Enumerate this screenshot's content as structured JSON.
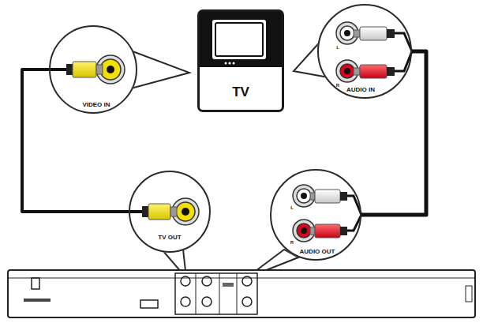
{
  "diagram": {
    "nodes": [
      {
        "text": [
          "VIDEO IN"
        ]
      },
      {
        "text": [
          "TV"
        ]
      },
      {
        "text": [
          "AUDIO IN"
        ]
      },
      {
        "text": [
          "TV OUT"
        ]
      },
      {
        "text": [
          "AUDIO OUT"
        ]
      }
    ],
    "edges": [
      {
        "from": 3,
        "to": 0,
        "arrow": "none"
      },
      {
        "from": 4,
        "to": 2,
        "arrow": "none"
      }
    ],
    "labels": [
      "L",
      "R",
      "L",
      "R"
    ]
  }
}
